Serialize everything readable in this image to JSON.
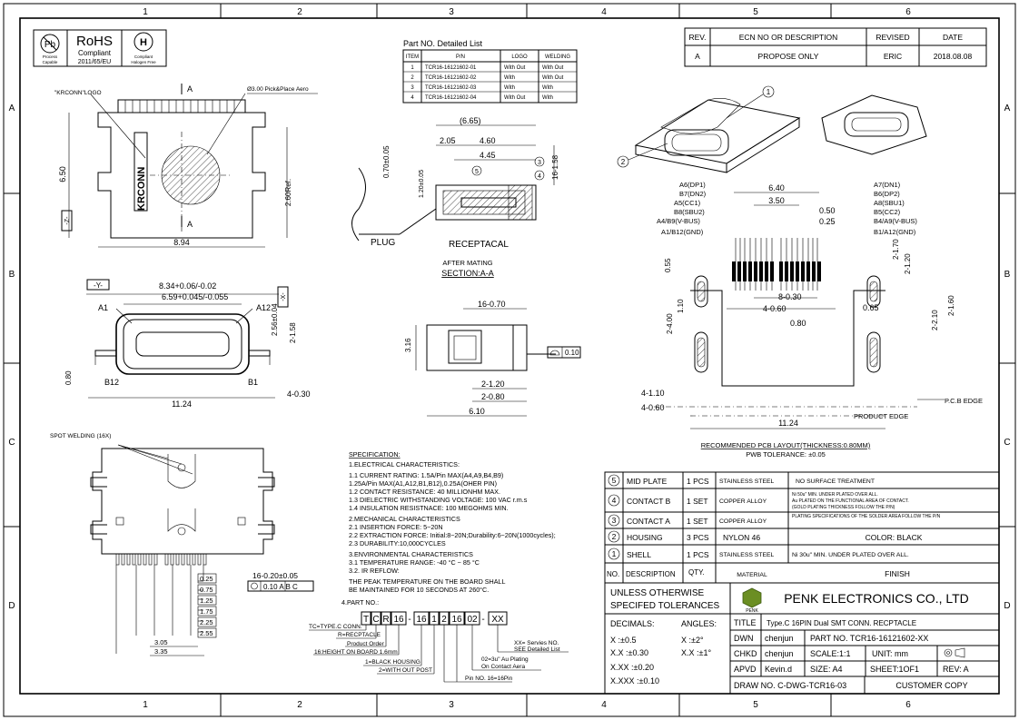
{
  "frame": {
    "cols": [
      "1",
      "2",
      "3",
      "4",
      "5",
      "6"
    ],
    "rows": [
      "A",
      "B",
      "C",
      "D"
    ]
  },
  "badges": {
    "pb_line1": "Pb",
    "pb_line2": "Process",
    "pb_line3": "Capable",
    "rohs_title": "RoHS",
    "rohs_compliant": "Compliant",
    "rohs_directive": "2011/65/EU",
    "halogen_line1": "Compliant",
    "halogen_line2": "Halogen Free"
  },
  "part_list": {
    "title": "Part NO. Detailed List",
    "headers": [
      "ITEM",
      "P/N",
      "LOGO",
      "WELDING"
    ],
    "rows": [
      [
        "1",
        "TCR16-16121602-01",
        "With Out",
        "With Out"
      ],
      [
        "2",
        "TCR16-16121602-02",
        "With",
        "With Out"
      ],
      [
        "3",
        "TCR16-16121602-03",
        "With",
        "With"
      ],
      [
        "4",
        "TCR16-16121602-04",
        "With Out",
        "With"
      ]
    ]
  },
  "revision": {
    "headers": [
      "REV.",
      "ECN NO OR DESCRIPTION",
      "REVISED",
      "DATE"
    ],
    "row": [
      "A",
      "PROPOSE ONLY",
      "ERIC",
      "2018.08.08"
    ]
  },
  "top_view": {
    "logo_note": "\"KRCONN\"LOGO",
    "pick_place": "Ø3.00 Pick&Place Aero",
    "section_mark": "A",
    "dim_650": "6.50",
    "dim_894": "8.94",
    "dim_260": "2.60Ref.",
    "datum_z": "-Z-",
    "brand": "KRCONN"
  },
  "section_view": {
    "dim_665": "(6.65)",
    "dim_205": "2.05",
    "dim_460": "4.60",
    "dim_445": "4.45",
    "dim_070": "0.70±0.05",
    "dim_120": "1.20±0.05",
    "dim_158": "16-1.58",
    "c3": "3",
    "c4": "4",
    "c5": "5",
    "plug": "PLUG",
    "receptacal": "RECEPTACAL",
    "after_mating": "AFTER MATING",
    "section_label": "SECTION:A-A"
  },
  "front_view": {
    "datum_y": "-Y-",
    "dim_834": "8.34+0.06/-0.02",
    "dim_659": "6.59+0.045/-0.055",
    "dim_256": "2.56±0.04",
    "datum_x": "-X-",
    "dim_2158": "2-1.58",
    "a1": "A1",
    "a12": "A12",
    "b12": "B12",
    "b1": "B1",
    "dim_080": "0.80",
    "dim_1124": "11.24",
    "dim_4030": "4-0.30"
  },
  "side_view": {
    "dim_1670": "16-0.70",
    "dim_316": "3.16",
    "flat": "0.10",
    "dim_2120": "2-1.20",
    "dim_2080": "2-0.80",
    "dim_610": "6.10"
  },
  "iso": {
    "c1": "1",
    "c2": "2"
  },
  "pcb": {
    "pins_left": [
      "A6(DP1)",
      "B7(DN2)",
      "A5(CC1)",
      "B8(SBU2)",
      "A4/B9(V-BUS)",
      "A1/B12(GND)"
    ],
    "pins_right": [
      "A7(DN1)",
      "B6(DP2)",
      "A8(SBU1)",
      "B5(CC2)",
      "B4/A9(V-BUS)",
      "B1/A12(GND)"
    ],
    "dim_640": "6.40",
    "dim_350": "3.50",
    "dim_050": "0.50",
    "dim_025": "0.25",
    "dim_055": "0.55",
    "dim_110": "1.10",
    "dim_2400": "2-4.00",
    "dim_830": "8-0.30",
    "dim_460": "4-0.60",
    "dim_080": "0.80",
    "dim_065": "0.65",
    "dim_2170": "2-1.70",
    "dim_2120": "2-1.20",
    "dim_2210": "2-2.10",
    "dim_2160": "2-1.60",
    "dim_4110": "4-1.10",
    "dim_4060": "4-0.60",
    "dim_1124": "11.24",
    "pcb_edge": "P.C.B EDGE",
    "product_edge": "PRODUCT EDGE",
    "title": "RECOMMENDED PCB LAYOUT(THICKNESS:0.80MM)",
    "tolerance": "PWB TOLERANCE: ±0.05"
  },
  "bottom_view": {
    "spot_welding": "SPOT WELDING (16X)",
    "dim_1620": "16-0.20±0.05",
    "fcf": "0.10 A B C",
    "dims": [
      "0.25",
      "0.75",
      "1.25",
      "1.75",
      "2.25",
      "2.55"
    ],
    "dim_305": "3.05",
    "dim_335": "3.35"
  },
  "spec": {
    "title": "SPECIFICATION:",
    "lines": [
      "1.ELECTRICAL  CHARACTERISTICS:",
      "1.1  CURRENT RATING: 1.5A/Pin MAX(A4,A9,B4,B9)",
      "        1.25A/Pin MAX(A1,A12,B1,B12),0.25A(OHER PIN)",
      "1.2  CONTACT RESISTANCE: 40 MILLIONHM MAX.",
      "1.3  DIELECTRIC WITHSTANDING VOLTAGE: 100 VAC r.m.s",
      "1.4  INSULATION RESISTNACE: 100 MEGOHMS MIN.",
      "2.MECHANICAL  CHARACTERISTICS",
      "2.1  INSERTION FORCE: 5~20N",
      "2.2  EXTRACTION FORCE: Initial:8~20N;Durability:6~20N(1000cycles);",
      "2.3  DURABILITY:10,000CYCLES",
      "3.ENVIRONMENTAL   CHARACTERISTICS",
      "3.1  TEMPERATURE RANGE: -40 °C ~ 85 °C",
      "3.2. IR REFLOW:",
      "     THE PEAK TEMPERATURE ON THE BOARD SHALL",
      "     BE MAINTAINED FOR 10 SECONDS AT 260°C.",
      "4.PART NO.:"
    ]
  },
  "partno": {
    "boxes": [
      "T",
      "C",
      "R",
      "16",
      "-",
      "16",
      "1",
      "2",
      "16",
      "02",
      "-",
      "XX"
    ],
    "notes": [
      "TC=TYPE.C CONN.",
      "R=RECPTACLE",
      "Product Order",
      "16:HEIGHT ON BOARD 1.6mm",
      "1=BLACK HOUSING",
      "2=WITH OUT POST",
      "Pin NO. 16=16Pin",
      "02=3u\" Au Plating",
      "On Contact Aera",
      "XX= Servies NO.",
      "SEE Detailed List"
    ]
  },
  "bom": {
    "rows": [
      {
        "no": "5",
        "desc": "MID PLATE",
        "qty": "1 PCS",
        "mat": "STAINLESS STEEL",
        "finish": "NO SURFACE TREATMENT"
      },
      {
        "no": "4",
        "desc": "CONTACT B",
        "qty": "1 SET",
        "mat": "COPPER ALLOY",
        "finish": "Ni 50u\" MIN. UNDER PLATED OVER ALL."
      },
      {
        "no": "3",
        "desc": "CONTACT A",
        "qty": "1 SET",
        "mat": "COPPER ALLOY",
        "finish": "PLATING SPECIFICATIONS OF THE SOLDER AREA FOLLOW THE P/N"
      },
      {
        "no": "2",
        "desc": "HOUSING",
        "qty": "3 PCS",
        "mat": "NYLON 46",
        "finish": "COLOR: BLACK"
      },
      {
        "no": "1",
        "desc": "SHELL",
        "qty": "1 PCS",
        "mat": "STAINLESS STEEL",
        "finish": "Ni 30u\" MIN. UNDER PLATED OVER ALL."
      }
    ],
    "finish4_line2": "Au PLATED ON THE FUNCTIONAL AREA OF CONTACT.",
    "finish4_line3": "(GOLD PLATING THICKNESS FOLLOW THE P/N)",
    "headers": {
      "no": "NO.",
      "desc": "DESCRIPTION",
      "qty": "QTY.",
      "mat": "MATERIAL",
      "finish": "FINISH"
    }
  },
  "title_block": {
    "tol_line1": "UNLESS  OTHERWISE",
    "tol_line2": "SPECIFED  TOLERANCES",
    "company": "PENK ELECTRONICS CO., LTD",
    "logo_text": "PENK",
    "decimals": "DECIMALS:",
    "angles": "ANGLES:",
    "tol_x": "X       :±0.5",
    "tol_xx": "X.X    :±0.30",
    "tol_xxx": "X.XX   :±0.20",
    "tol_xxxx": "X.XXX :±0.10",
    "ang_x": "X    :±2°",
    "ang_xx": "X.X  :±1°",
    "title_label": "TITLE",
    "title_value": "Type.C  16PIN  Dual  SMT  CONN.  RECPTACLE",
    "dwn_label": "DWN",
    "dwn_value": "chenjun",
    "partno_label": "PART NO.  TCR16-16121602-XX",
    "chkd_label": "CHKD",
    "chkd_value": "chenjun",
    "scale": "SCALE:1:1",
    "unit": "UNIT:   mm",
    "apvd_label": "APVD",
    "apvd_value": "Kevin.d",
    "size": "SIZE:  A4",
    "sheet": "SHEET:1OF1",
    "rev": "REV:  A",
    "draw_no": "DRAW  NO.  C-DWG-TCR16-03",
    "customer_copy": "CUSTOMER  COPY"
  }
}
